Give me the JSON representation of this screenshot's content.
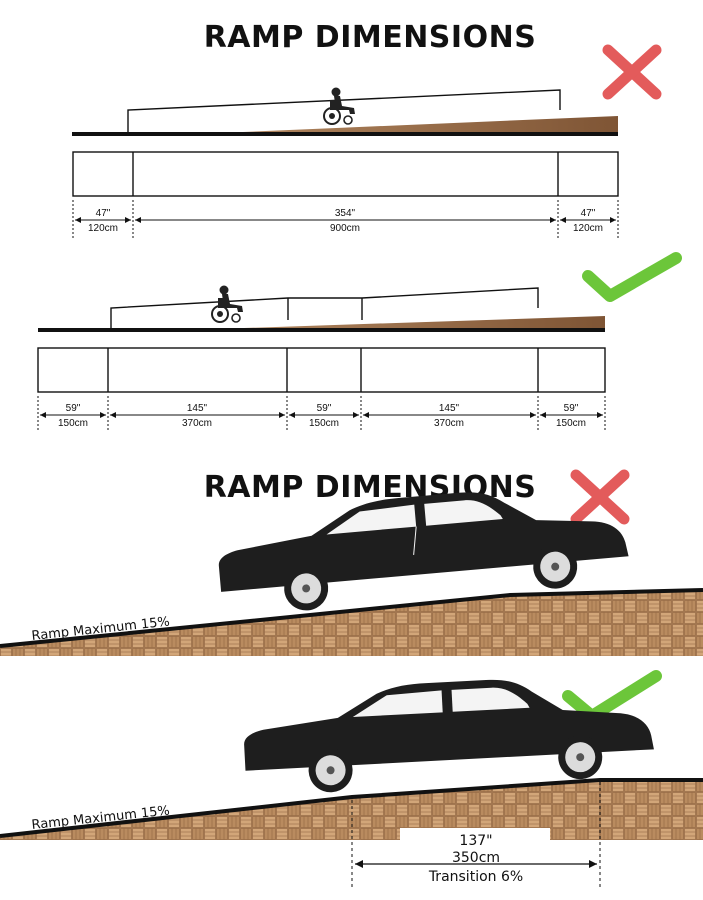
{
  "section_top": {
    "title": "RAMP DIMENSIONS",
    "bad": {
      "verdict": "wrong",
      "segments": [
        {
          "in": "47\"",
          "cm": "120cm"
        },
        {
          "in": "354\"",
          "cm": "900cm"
        },
        {
          "in": "47\"",
          "cm": "120cm"
        }
      ]
    },
    "good": {
      "verdict": "correct",
      "segments": [
        {
          "in": "59\"",
          "cm": "150cm"
        },
        {
          "in": "145\"",
          "cm": "370cm"
        },
        {
          "in": "59\"",
          "cm": "150cm"
        },
        {
          "in": "145\"",
          "cm": "370cm"
        },
        {
          "in": "59\"",
          "cm": "150cm"
        }
      ]
    }
  },
  "section_bottom": {
    "title": "RAMP DIMENSIONS",
    "bad": {
      "verdict": "wrong",
      "slope_label": "Ramp Maximum 15%"
    },
    "good": {
      "verdict": "correct",
      "slope_label": "Ramp Maximum 15%",
      "transition_in": "137\"",
      "transition_cm": "350cm",
      "transition_label": "Transition 6%"
    }
  },
  "colors": {
    "ramp_brown": "#9a6b45",
    "wrong_red": "#e35b5b",
    "correct_green": "#6cc63a",
    "ink": "#111111"
  },
  "icons": [
    "cross-icon",
    "check-icon",
    "wheelchair-user-icon",
    "car-icon"
  ]
}
